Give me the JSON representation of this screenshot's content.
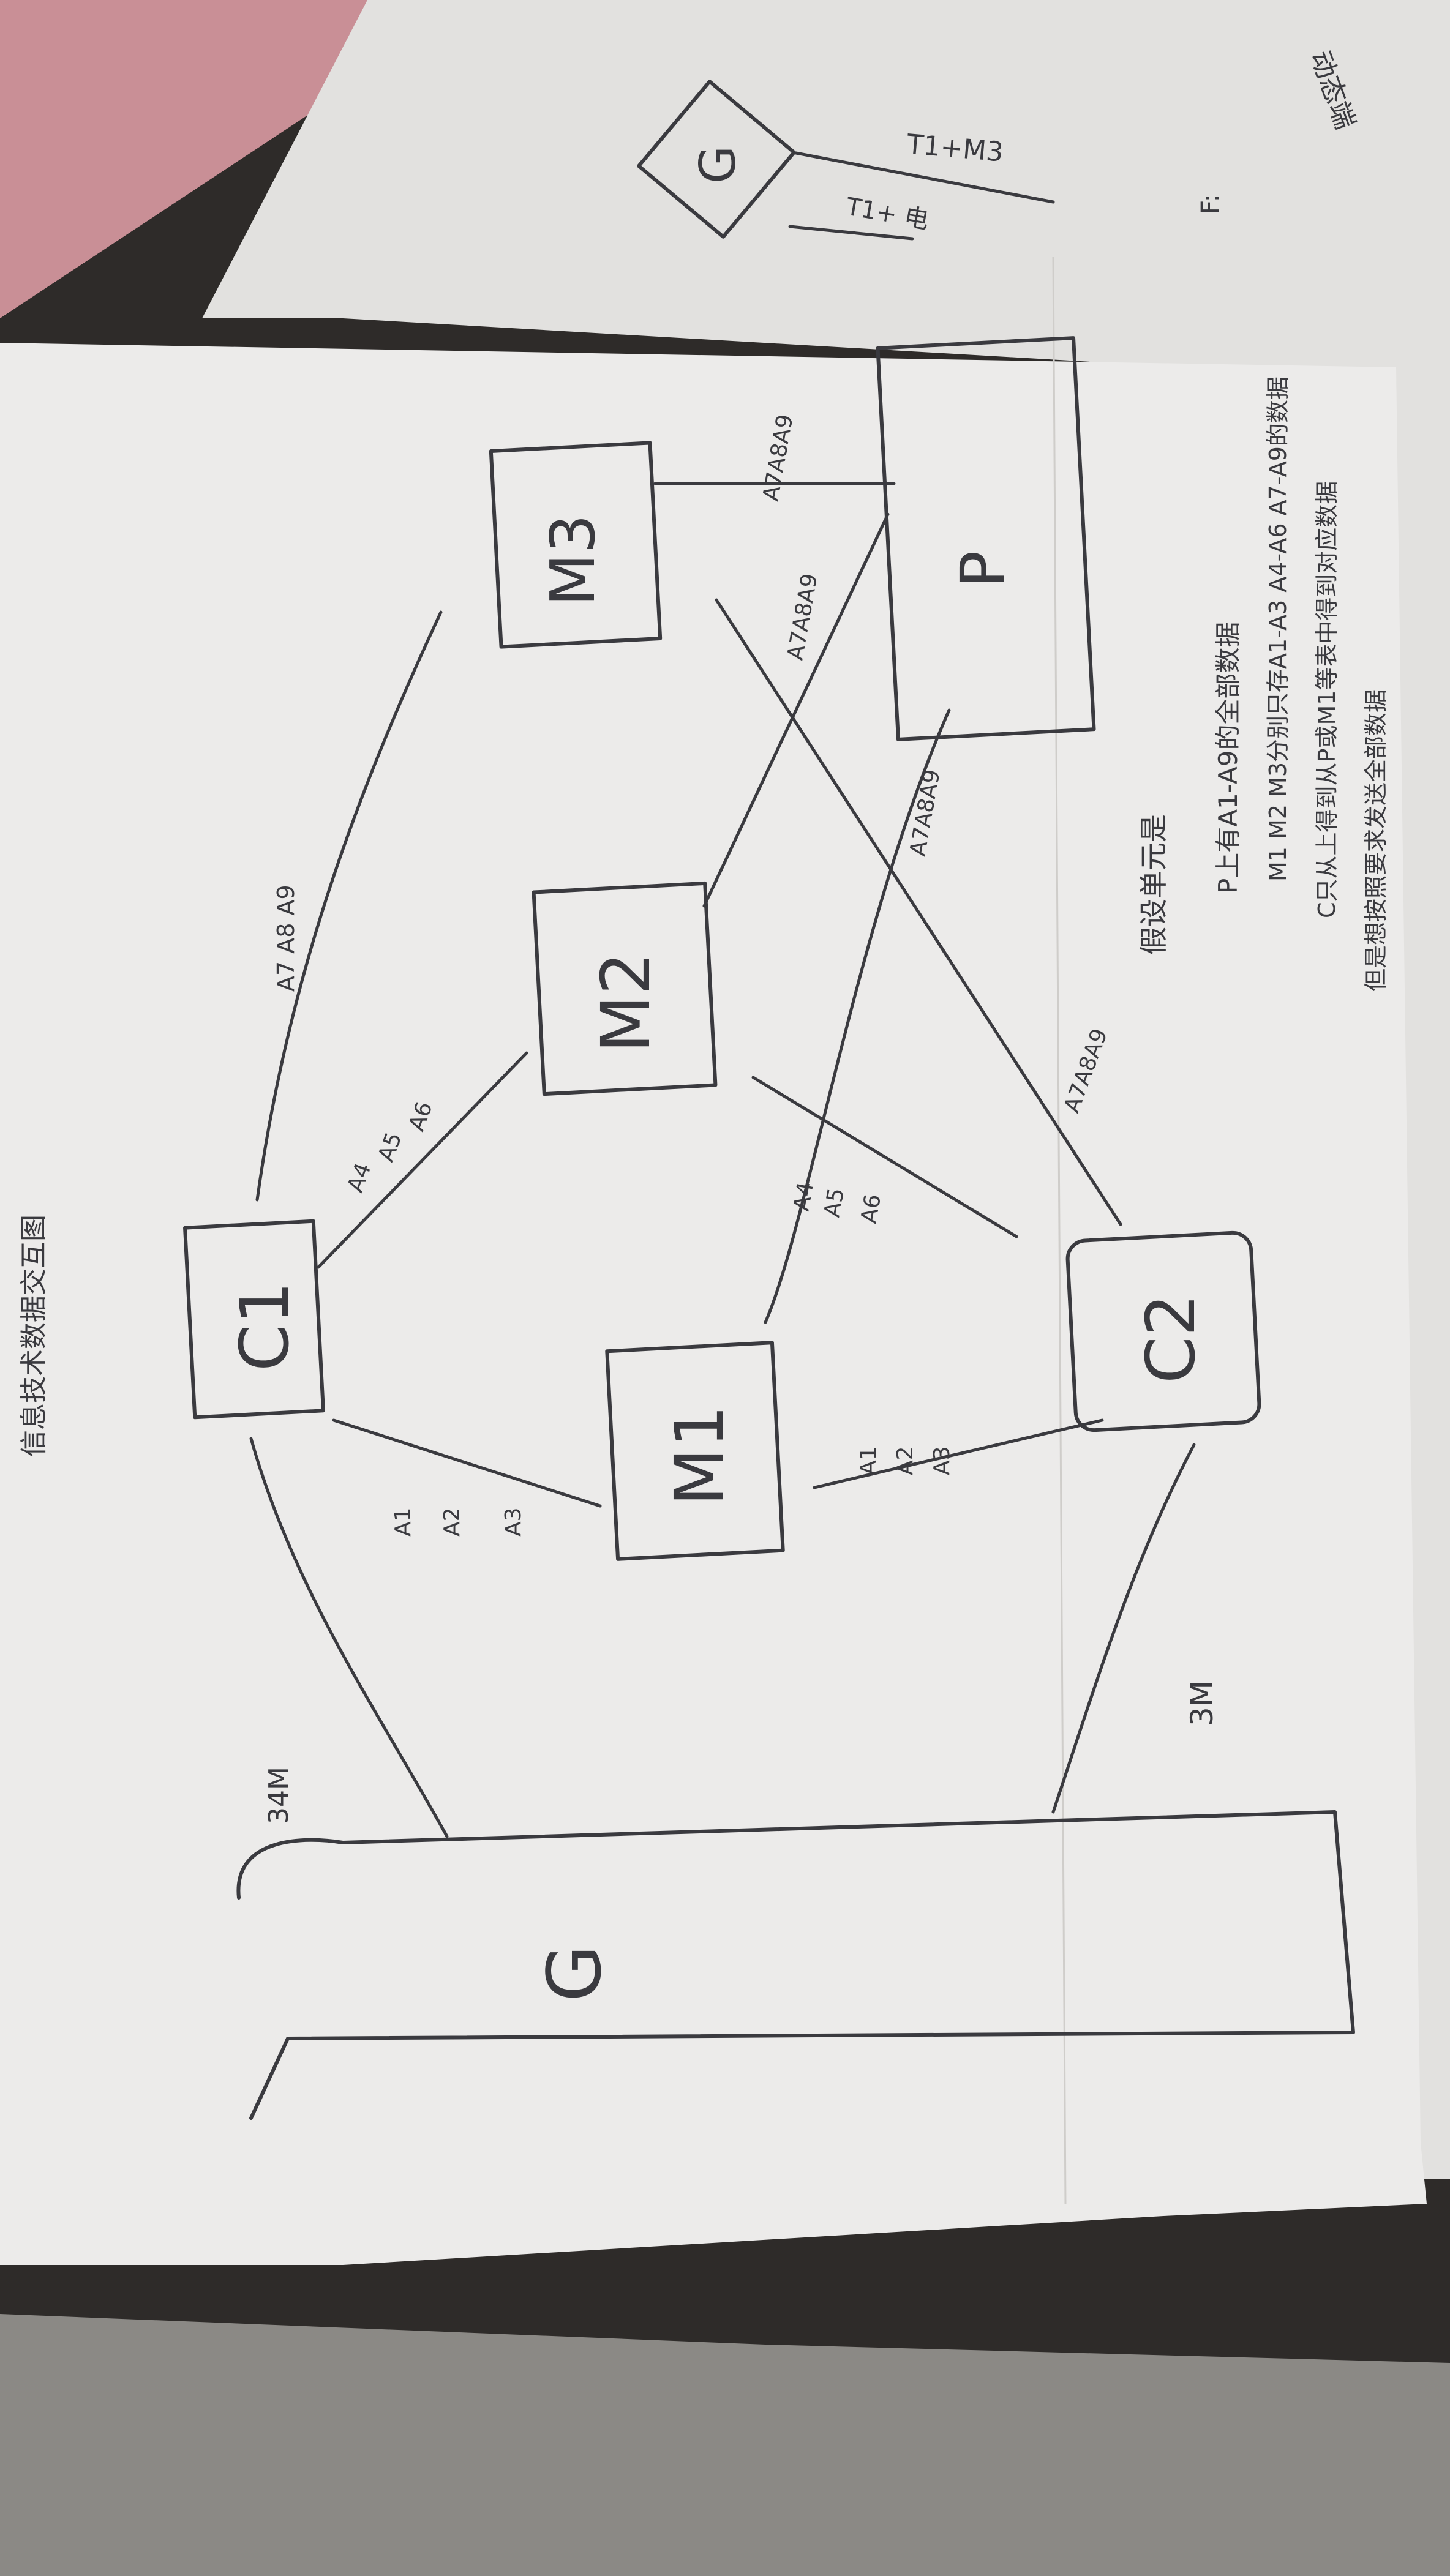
{
  "photo": {
    "title": "信息技术数据交互图",
    "nodes": {
      "g_big": "G",
      "g_small": "G",
      "c1": "C1",
      "c2": "C2",
      "m1": "M1",
      "m2": "M2",
      "m3": "M3",
      "p": "P"
    },
    "edge_labels": {
      "g_c1": "34M",
      "g_c2": "3M",
      "c1_m1": [
        "A1",
        "A2",
        "A3"
      ],
      "m1_c2": [
        "A1",
        "A2",
        "A3"
      ],
      "c1_m2": [
        "A4",
        "A5",
        "A6"
      ],
      "m2_c2": [
        "A4",
        "A5",
        "A6"
      ],
      "c1_m3": "A7 A8 A9",
      "m3_p": "A7A8A9",
      "p_m1": "A7A8A9",
      "p_m2": "A7A8A9",
      "p_c2": "A7A8A9",
      "small_g_top": "T1+M3",
      "small_g_bottom": "T1+ 电"
    },
    "notes": {
      "corner": "动态端",
      "note_f": "F:",
      "heading": "假设单元是",
      "line1": "P上有A1-A9的全部数据",
      "line2": "M1 M2 M3分别只存A1-A3 A4-A6 A7-A9的数据",
      "line3": "C只从上得到从P或M1等表中得到对应数据",
      "line4": "但是想按照要求发送全部数据"
    },
    "colors": {
      "paper": "#ecebea",
      "paper_under": "#e2e1df",
      "ink": "#3a3a3f",
      "pink": "#c98f96",
      "floor": "#2e2b29"
    }
  }
}
